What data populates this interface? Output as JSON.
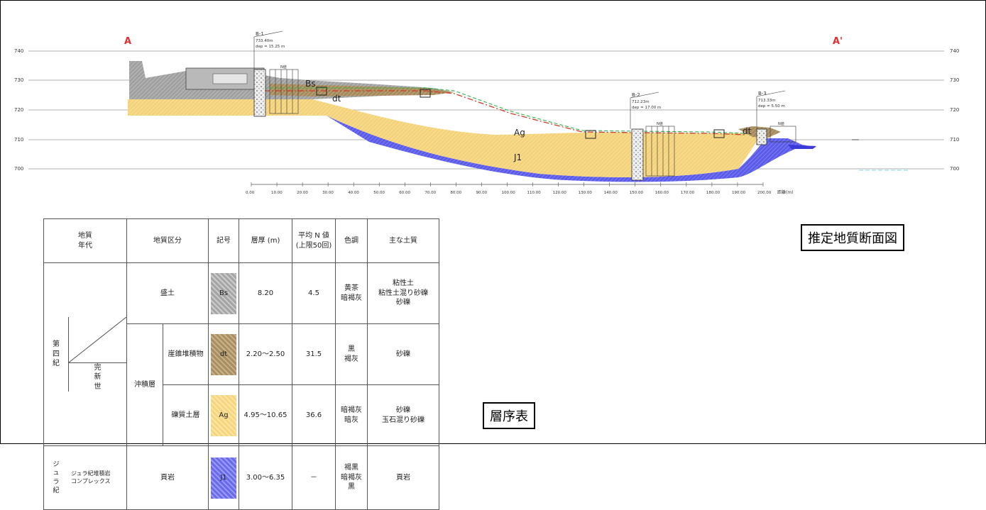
{
  "section": {
    "title": "推定地質断面図",
    "left_label": "A",
    "right_label": "A'",
    "elevations": [
      "740",
      "730",
      "720",
      "710",
      "700"
    ],
    "distances": [
      "0.00",
      "10.00",
      "20.00",
      "30.00",
      "40.00",
      "50.00",
      "60.00",
      "70.00",
      "80.00",
      "90.00",
      "100.00",
      "110.00",
      "120.00",
      "130.00",
      "140.00",
      "150.00",
      "160.00",
      "170.00",
      "180.00",
      "190.00",
      "200.00"
    ],
    "distance_unit": "距離(m)",
    "layers": [
      "Bs",
      "dt",
      "Ag",
      "J1",
      "dt"
    ],
    "boreholes": [
      {
        "name": "B-1",
        "elev": "733.40m",
        "dep": "dep = 15.25 m"
      },
      {
        "name": "B-2",
        "elev": "712.23m",
        "dep": "dep = 17.00 m"
      },
      {
        "name": "B-3",
        "elev": "713.33m",
        "dep": "dep = 5.50 m"
      }
    ],
    "n_label": "N値"
  },
  "table": {
    "title": "層序表",
    "headers": [
      "地質\n年代",
      "地質区分",
      "記号",
      "層厚 (m)",
      "平均 N 値\n(上限50回)",
      "色調",
      "主な土質"
    ],
    "era_quaternary": "第\n四\n紀",
    "epoch_holocene": "完\n新\n世",
    "alluvium": "沖積層",
    "era_jurassic": "ジ\nュ\nラ\n紀",
    "complex": "ジュラ紀堆積岩\nコンプレックス",
    "rows": [
      {
        "name": "盛土",
        "symbol": "Bs",
        "thickness": "8.20",
        "n": "4.5",
        "color": "黄茶\n暗褐灰",
        "soil": "粘性土\n粘性土混り砂礫\n砂礫",
        "swatch": "#a5a5a5"
      },
      {
        "name": "崖錐堆積物",
        "symbol": "dt",
        "thickness": "2.20～2.50",
        "n": "31.5",
        "color": "黒\n褐灰",
        "soil": "砂礫",
        "swatch": "#a88e63"
      },
      {
        "name": "礫質土層",
        "symbol": "Ag",
        "thickness": "4.95～10.65",
        "n": "36.6",
        "color": "暗褐灰\n暗灰",
        "soil": "砂礫\n玉石混り砂礫",
        "swatch": "#f6d57c"
      },
      {
        "name": "頁岩",
        "symbol": "J1",
        "thickness": "3.00～6.35",
        "n": "－",
        "color": "褐黒\n暗褐灰\n黒",
        "soil": "頁岩",
        "swatch": "#6a6aee"
      }
    ]
  }
}
